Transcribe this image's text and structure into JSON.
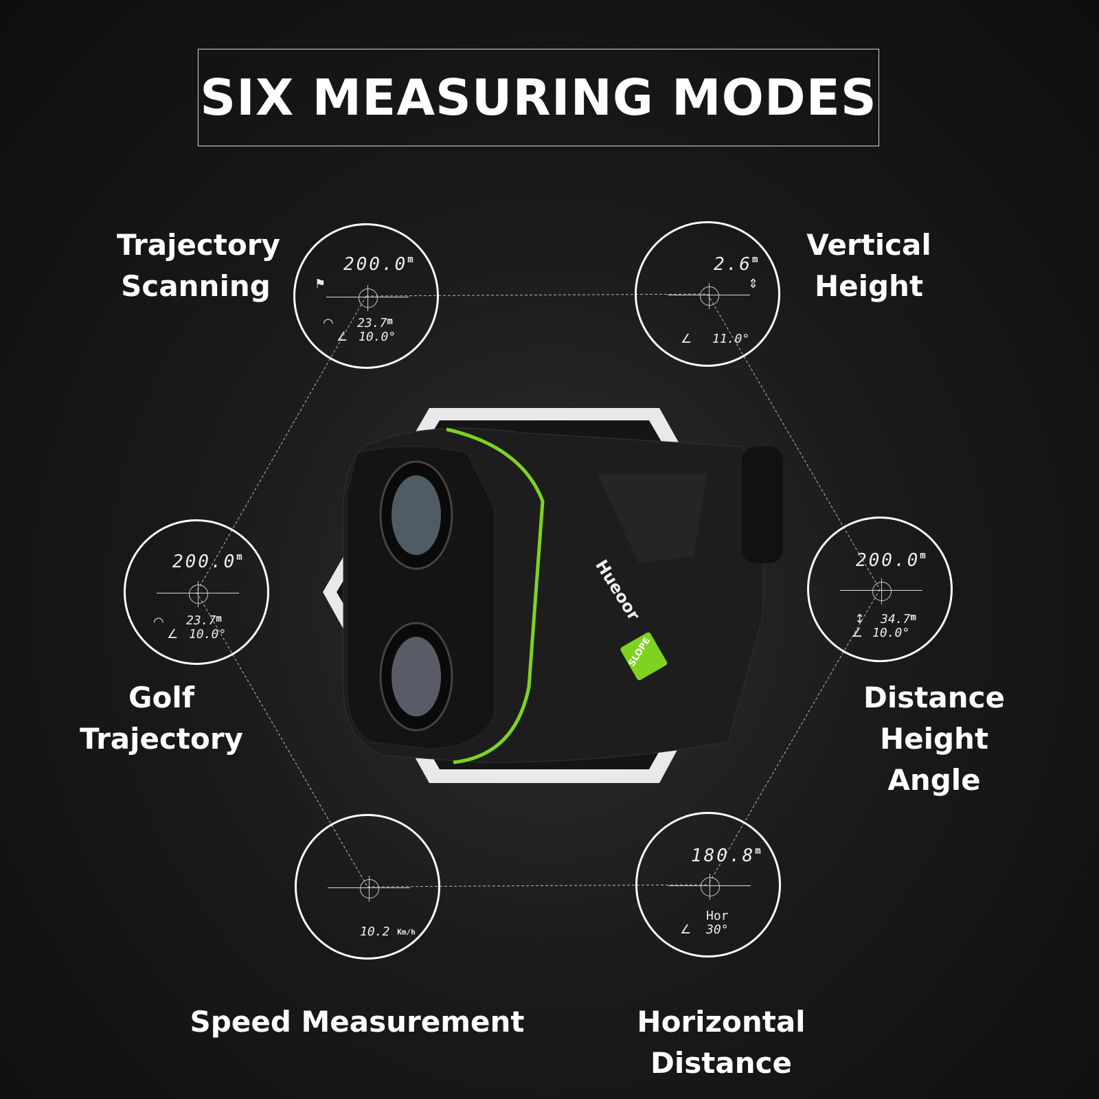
{
  "title": "SIX MEASURING MODES",
  "brand": "Hueoor",
  "device_badge": "SLOPE",
  "accent_color": "#7ed321",
  "modes": [
    {
      "label_lines": [
        "Trajectory",
        "Scanning"
      ],
      "primary": "200.0",
      "unit": "m",
      "secondary": "23.7",
      "secondary_unit": "m",
      "angle": "10.0°",
      "icons": [
        "flag-icon",
        "trajectory-arc-icon",
        "angle-icon"
      ]
    },
    {
      "label_lines": [
        "Vertical",
        "Height"
      ],
      "primary": "2.6",
      "unit": "m",
      "angle": "11.0°",
      "icons": [
        "tree-height-icon",
        "angle-icon"
      ]
    },
    {
      "label_lines": [
        "Golf",
        "Trajectory"
      ],
      "primary": "200.0",
      "unit": "m",
      "secondary": "23.7",
      "secondary_unit": "m",
      "angle": "10.0°",
      "icons": [
        "trajectory-arc-icon",
        "angle-icon"
      ]
    },
    {
      "label_lines": [
        "Distance",
        "Height",
        "Angle"
      ],
      "primary": "200.0",
      "unit": "m",
      "secondary": "34.7",
      "secondary_unit": "m",
      "angle": "10.0°",
      "icons": [
        "height-icon",
        "angle-icon"
      ]
    },
    {
      "label_lines": [
        "Speed Measurement"
      ],
      "primary": "10.2",
      "unit": "Km/h"
    },
    {
      "label_lines": [
        "Horizontal Distance"
      ],
      "primary": "180.8",
      "unit": "m",
      "secondary": "Hor",
      "angle": "30°",
      "icons": [
        "angle-icon"
      ]
    }
  ]
}
